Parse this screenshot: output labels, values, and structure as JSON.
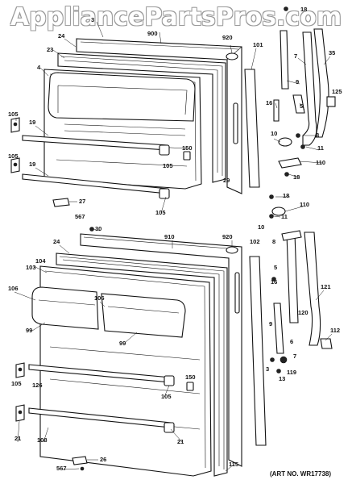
{
  "watermark": "AppliancePartsPros.com",
  "art_no": "(ART NO. WR17738)",
  "labels": {
    "upper": {
      "l3": "3",
      "l900": "900",
      "l18a": "18",
      "l920": "920",
      "l24": "24",
      "l23": "23",
      "l4": "4",
      "l101": "101",
      "l7": "7",
      "l35": "35",
      "l9": "9",
      "l125": "125",
      "l16": "16",
      "l5": "5",
      "l105a": "105",
      "l19a": "19",
      "l10": "10",
      "l8": "8",
      "l150": "150",
      "l11": "11",
      "l105b": "105",
      "l29": "29",
      "l110": "110",
      "l105c": "105",
      "l19b": "19",
      "l18b": "18",
      "l27": "27",
      "l567": "567",
      "l105d": "105"
    },
    "lower": {
      "l18": "18",
      "l110": "110",
      "l11": "11",
      "l10": "10",
      "l30": "30",
      "l910": "910",
      "l920": "920",
      "l24": "24",
      "l8": "8",
      "l102": "102",
      "l104": "104",
      "l103": "103",
      "l5": "5",
      "l106a": "106",
      "l106b": "106",
      "l16": "16",
      "l121": "121",
      "l99a": "99",
      "l99b": "99",
      "l120": "120",
      "l9": "9",
      "l112": "112",
      "l6": "6",
      "l7": "7",
      "l3": "3",
      "l105a": "105",
      "l126": "126",
      "l13": "13",
      "l119": "119",
      "l150": "150",
      "l105b": "105",
      "l21a": "21",
      "l108": "108",
      "l21b": "21",
      "l567": "567",
      "l26": "26",
      "l115": "115"
    }
  }
}
